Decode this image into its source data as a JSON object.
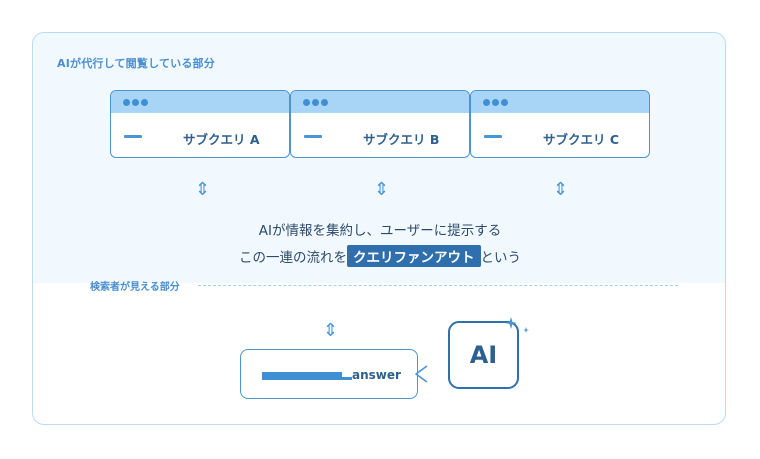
{
  "upper_section": {
    "label": "AIが代行して閲覧している部分"
  },
  "windows": [
    {
      "title": "サブクエリ A"
    },
    {
      "title": "サブクエリ B"
    },
    {
      "title": "サブクエリ C"
    }
  ],
  "caption": {
    "line1": "AIが情報を集約し、ユーザーに提示する",
    "line2_prefix": "この一連の流れを",
    "highlight": "クエリファンアウト",
    "line2_suffix": "という"
  },
  "lower_section": {
    "label": "検索者が見える部分"
  },
  "answer_box": {
    "text": "answer"
  },
  "ai_icon": {
    "text": "AI"
  },
  "icons": {
    "arrow": "up-down-arrow-icon",
    "sparkle": "sparkle-icon"
  },
  "colors": {
    "accent": "#2f6fad",
    "light_blue": "#a8d5f5",
    "border": "#4a95d2",
    "text": "#2d5f8f"
  }
}
